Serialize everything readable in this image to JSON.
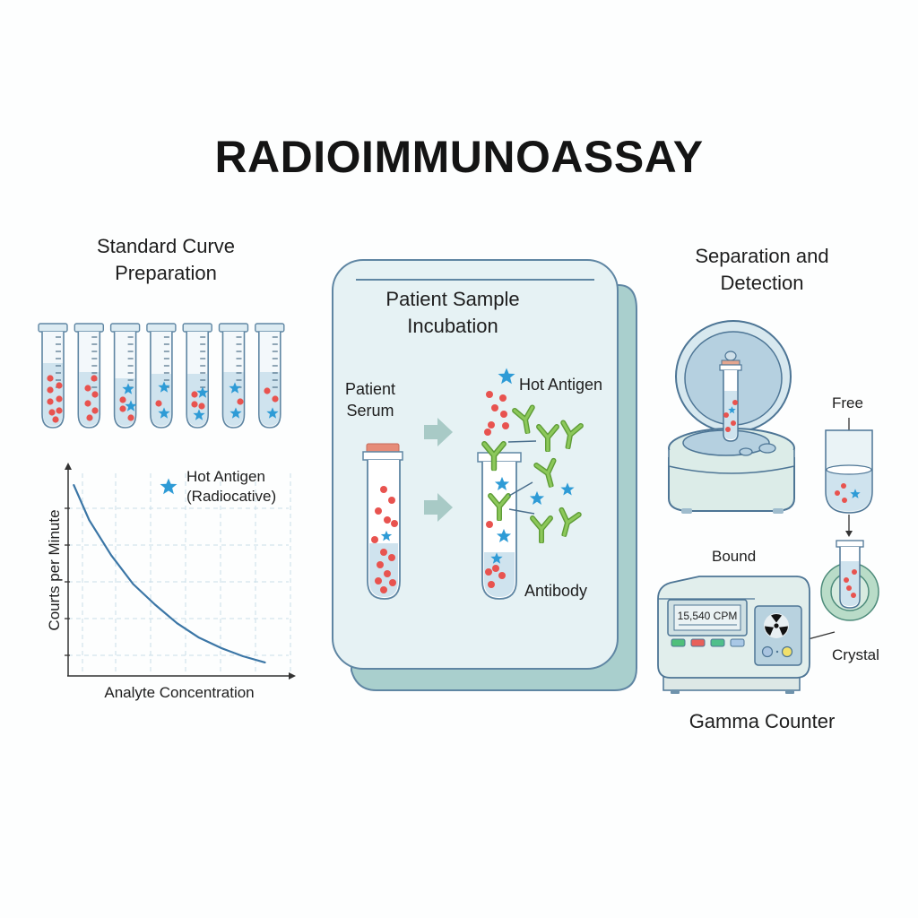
{
  "title": "RADIOIMMUNOASSAY",
  "colors": {
    "antigen_cold": "#e8534f",
    "antigen_hot": "#2e9bd6",
    "antibody": "#7ab84a",
    "panel_bg": "#e6f2f4",
    "panel_border": "#5f86a3",
    "panel_shadow": "#a9cfcd",
    "curve": "#3b76a6",
    "tube_fill": "#cfe3ee"
  },
  "standard_curve": {
    "heading_line1": "Standard Curve",
    "heading_line2": "Preparation",
    "tube_count": 7,
    "legend_label_line1": "Hot Antigen",
    "legend_label_line2": "(Radiocative)",
    "legend_icon": "star-icon"
  },
  "chart_data": {
    "type": "line",
    "title": "",
    "xlabel": "Analyte Concentration",
    "ylabel": "Counts per Minute",
    "ylabel_as_rendered": "Courts per Minute",
    "grid": true,
    "legend": "top-right",
    "legend_entries": [
      "Hot Antigen (Radiocative)"
    ],
    "xlim": [
      0,
      10
    ],
    "ylim": [
      0,
      10
    ],
    "series": [
      {
        "name": "Standard curve",
        "x": [
          0.3,
          1,
          2,
          3,
          4,
          5,
          6,
          7,
          8,
          9
        ],
        "y": [
          9.3,
          7.6,
          5.9,
          4.5,
          3.5,
          2.6,
          1.9,
          1.4,
          1.0,
          0.7
        ]
      }
    ]
  },
  "incubation": {
    "heading_line1": "Patient Sample",
    "heading_line2": "Incubation",
    "serum_line1": "Patient",
    "serum_line2": "Serum",
    "hot_antigen_label": "Hot Antigen",
    "antibody_label": "Antibody"
  },
  "separation": {
    "heading_line1": "Separation and",
    "heading_line2": "Detection",
    "free_label": "Free",
    "bound_label": "Bound",
    "crystal_label": "Crystal",
    "counter_label": "Gamma Counter",
    "display_reading": "15,540 CPM",
    "counter_buttons": [
      "#4fbf7a",
      "#e8605a",
      "#4fbf8a",
      "#a9c8e6"
    ],
    "radiation_icon": "radiation-icon"
  }
}
